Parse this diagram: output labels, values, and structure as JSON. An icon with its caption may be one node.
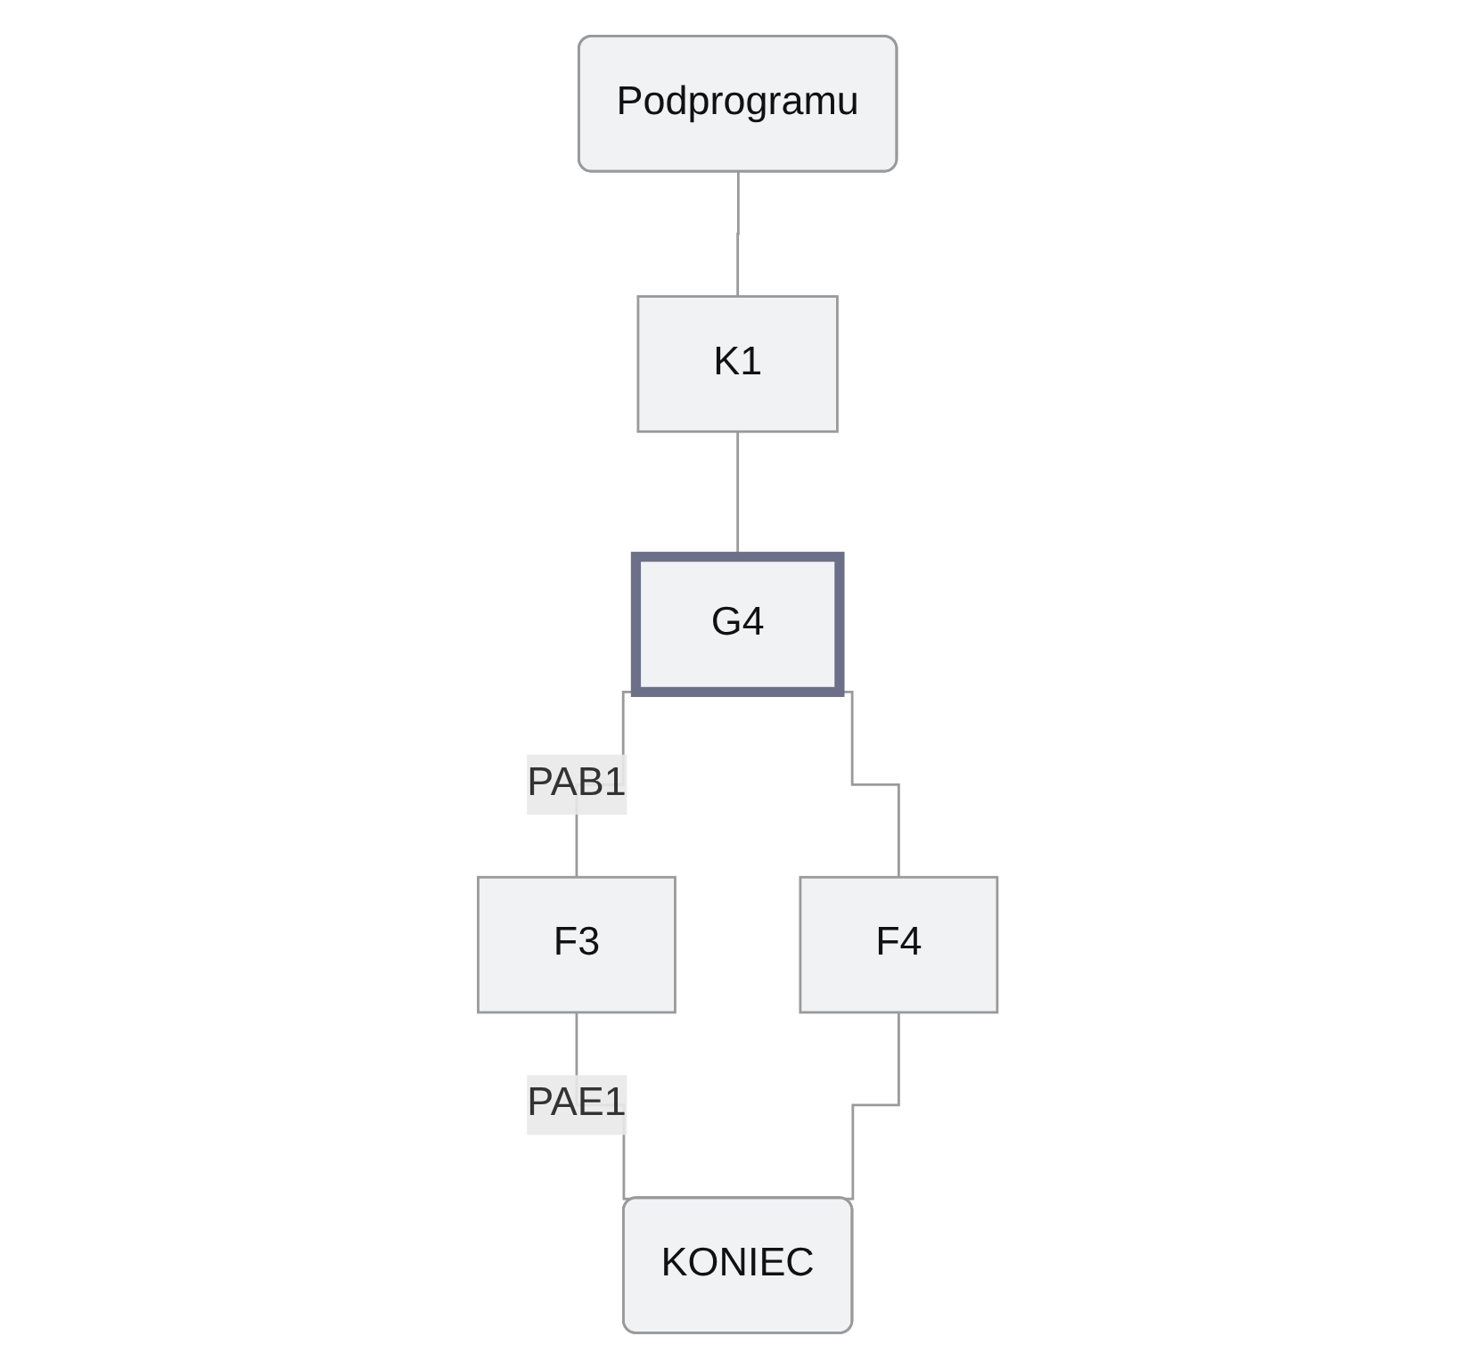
{
  "diagram": {
    "nodes": [
      {
        "text": [
          "Podprogramu"
        ]
      },
      {
        "text": [
          "K1"
        ]
      },
      {
        "text": [
          "G4"
        ]
      },
      {
        "text": [
          "F3"
        ]
      },
      {
        "text": [
          "F4"
        ]
      },
      {
        "text": [
          "KONIEC"
        ]
      }
    ],
    "edges": [
      {
        "from": 0,
        "to": 1,
        "arrow": "none"
      },
      {
        "from": 1,
        "to": 2,
        "arrow": "none"
      },
      {
        "from": 2,
        "to": 3,
        "arrow": "none",
        "label": "PAB1"
      },
      {
        "from": 2,
        "to": 4,
        "arrow": "none"
      },
      {
        "from": 3,
        "to": 5,
        "arrow": "none",
        "label": "PAE1"
      },
      {
        "from": 4,
        "to": 5,
        "arrow": "none"
      }
    ]
  }
}
